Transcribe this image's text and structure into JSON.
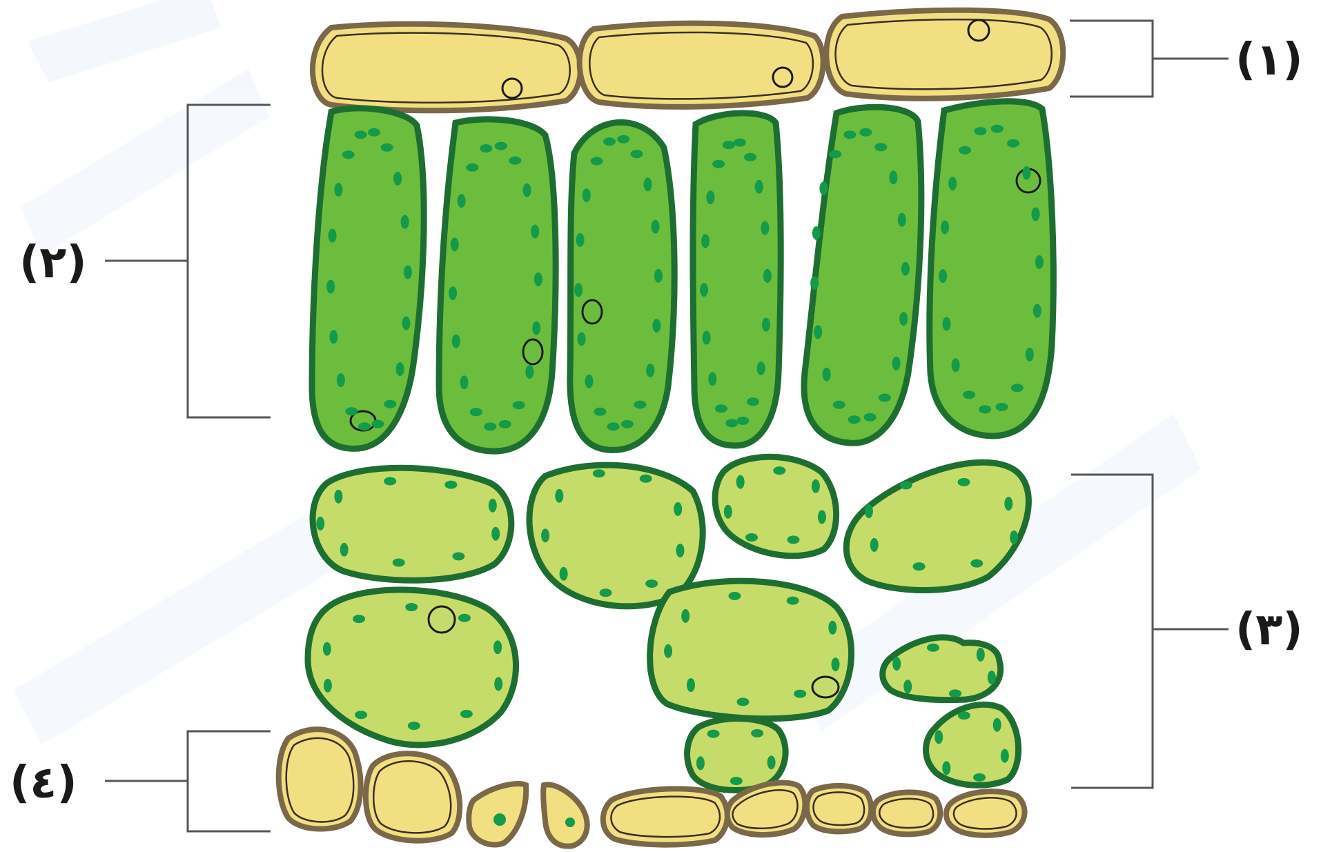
{
  "labels": {
    "l1": "(١)",
    "l2": "(٢)",
    "l3": "(٣)",
    "l4": "(٤)"
  },
  "colors": {
    "epidermis_fill": "#f2df82",
    "epidermis_wall": "#7a6848",
    "palisade_fill": "#6cbd3d",
    "spongy_fill": "#c6dc6a",
    "cell_wall_green": "#1e6e32",
    "chloroplast": "#149a48"
  }
}
